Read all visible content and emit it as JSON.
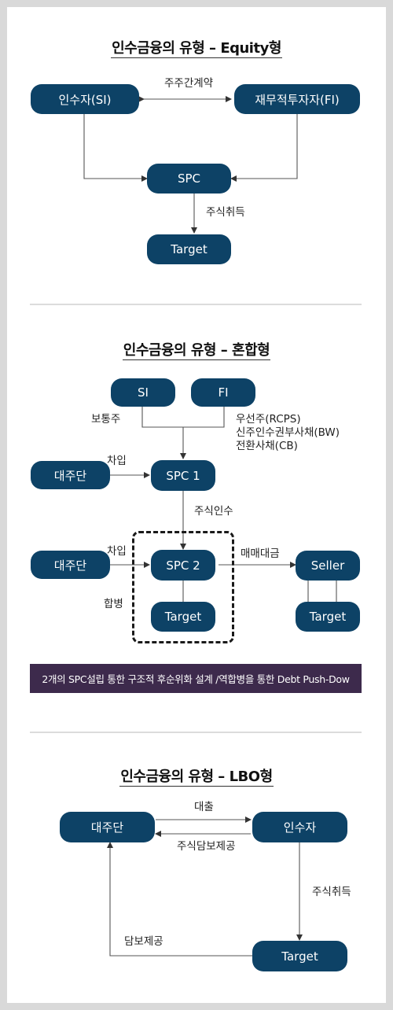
{
  "equity": {
    "title": "인수금융의 유형 – Equity형",
    "si": "인수자(SI)",
    "fi": "재무적투자자(FI)",
    "agreement": "주주간계약",
    "spc": "SPC",
    "acquire": "주식취득",
    "target": "Target"
  },
  "hybrid": {
    "title": "인수금융의 유형 – 혼합형",
    "si": "SI",
    "fi": "FI",
    "common_stock": "보통주",
    "pref_lines": [
      "우선주(RCPS)",
      "신주인수권부사채(BW)",
      "전환사채(CB)"
    ],
    "lender1": "대주단",
    "borrow1": "차입",
    "spc1": "SPC 1",
    "subscribe": "주식인수",
    "lender2": "대주단",
    "borrow2": "차입",
    "spc2": "SPC 2",
    "purchase_price": "매매대금",
    "seller": "Seller",
    "merger": "합병",
    "target_in": "Target",
    "target_seller": "Target",
    "banner": "2개의 SPC설립 통한 구조적 후순위화 설계 /역합병을 통한 Debt Push-Dow"
  },
  "lbo": {
    "title": "인수금융의 유형 – LBO형",
    "lender": "대주단",
    "acquirer": "인수자",
    "loan": "대출",
    "pledge_shares": "주식담보제공",
    "acquire": "주식취득",
    "target": "Target",
    "collateral": "담보제공"
  },
  "colors": {
    "node_fill": "#0d4266",
    "banner_fill": "#3d2a4c",
    "frame": "#d9d9d9",
    "line": "#555555"
  }
}
